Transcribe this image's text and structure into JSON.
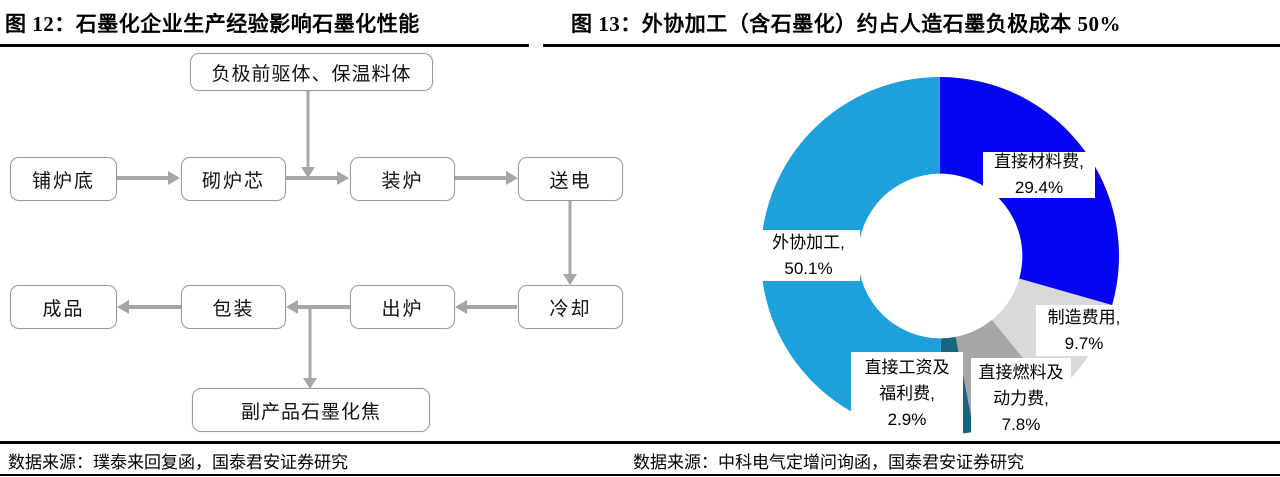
{
  "figure_left": {
    "title": "图 12：石墨化企业生产经验影响石墨化性能",
    "source": "数据来源：璞泰来回复函，国泰君安证券研究",
    "flowchart": {
      "top_box": "负极前驱体、保温料体",
      "row1": [
        "铺炉底",
        "砌炉芯",
        "装炉",
        "送电"
      ],
      "row2": [
        "成品",
        "包装",
        "出炉",
        "冷却"
      ],
      "bottom_box": "副产品石墨化焦"
    }
  },
  "figure_right": {
    "title": "图 13：外协加工（含石墨化）约占人造石墨负极成本 50%",
    "source": "数据来源：中科电气定增问询函，国泰君安证券研究"
  },
  "chart_data": {
    "type": "pie",
    "subtype": "donut",
    "title": "外协加工（含石墨化）约占人造石墨负极成本 50%",
    "direction": "clockwise",
    "start_angle_deg": 0,
    "inner_radius_ratio": 0.46,
    "legend": "none",
    "data_labels": "category+percent",
    "segments": [
      {
        "label": "直接材料费",
        "value": 29.4,
        "color": "#0505F2",
        "label_lines": [
          "直接材料费,",
          "29.4%"
        ]
      },
      {
        "label": "制造费用",
        "value": 9.7,
        "color": "#D9D9D9",
        "label_lines": [
          "制造费用,",
          "9.7%"
        ]
      },
      {
        "label": "直接燃料及动力费",
        "value": 7.8,
        "color": "#A6A6A6",
        "label_lines": [
          "直接燃料及",
          "动力费,",
          "7.8%"
        ]
      },
      {
        "label": "直接工资及福利费",
        "value": 2.9,
        "color": "#17657E",
        "label_lines": [
          "直接工资及",
          "福利费,",
          "2.9%"
        ]
      },
      {
        "label": "外协加工",
        "value": 50.1,
        "color": "#1EA0DB",
        "label_lines": [
          "外协加工,",
          "50.1%"
        ]
      }
    ]
  }
}
